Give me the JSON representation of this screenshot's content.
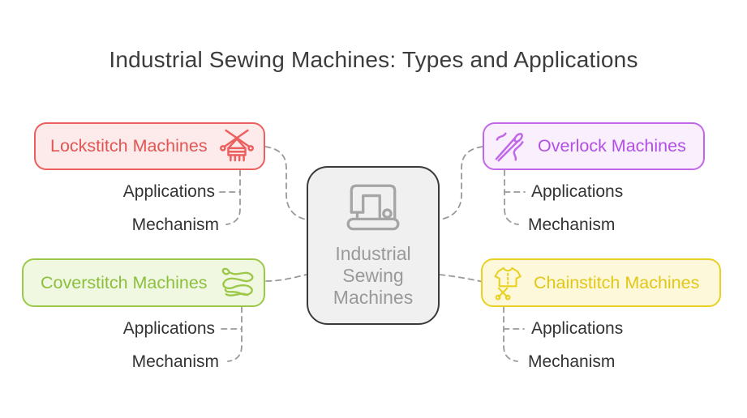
{
  "title": "Industrial Sewing Machines: Types and Applications",
  "diagram_type": "mindmap",
  "connector_color": "#999999",
  "center": {
    "label": "Industrial Sewing Machines",
    "lines": [
      "Industrial",
      "Sewing",
      "Machines"
    ],
    "icon": "sewing-machine-icon",
    "colors": {
      "border": "#3a3a3a",
      "background": "#f0f0f0",
      "text": "#999999",
      "icon": "#a5a5a5"
    }
  },
  "branches": [
    {
      "id": "lockstitch",
      "label": "Lockstitch Machines",
      "icon": "weaving-loom-icon",
      "position": "top-left",
      "colors": {
        "border": "#ec5f5f",
        "background": "#fdeaea",
        "text": "#e25555"
      },
      "children": [
        {
          "label": "Applications"
        },
        {
          "label": "Mechanism"
        }
      ]
    },
    {
      "id": "overlock",
      "label": "Overlock Machines",
      "icon": "needle-thread-icon",
      "position": "top-right",
      "colors": {
        "border": "#c168e8",
        "background": "#f9effd",
        "text": "#b44fe4"
      },
      "children": [
        {
          "label": "Applications"
        },
        {
          "label": "Mechanism"
        }
      ]
    },
    {
      "id": "coverstitch",
      "label": "Coverstitch Machines",
      "icon": "tangled-thread-icon",
      "position": "bottom-left",
      "colors": {
        "border": "#9cc84a",
        "background": "#f1f8e1",
        "text": "#8cbf3d"
      },
      "children": [
        {
          "label": "Applications"
        },
        {
          "label": "Mechanism"
        }
      ]
    },
    {
      "id": "chainstitch",
      "label": "Chainstitch Machines",
      "icon": "shirt-scissors-icon",
      "position": "bottom-right",
      "colors": {
        "border": "#e8d122",
        "background": "#fcf8d9",
        "text": "#e2c716"
      },
      "children": [
        {
          "label": "Applications"
        },
        {
          "label": "Mechanism"
        }
      ]
    }
  ]
}
